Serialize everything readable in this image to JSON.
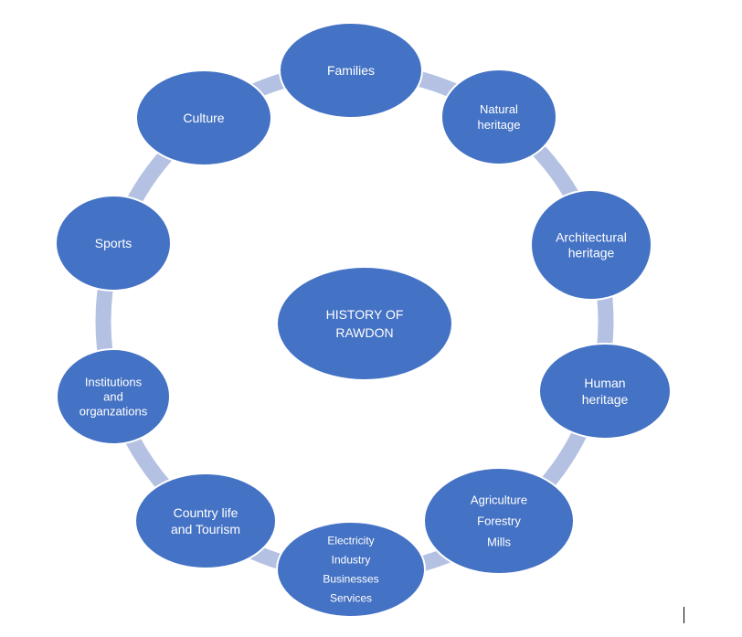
{
  "colors": {
    "node_fill": "#4472C4",
    "node_stroke": "#ffffff",
    "ring": "#B4C1E2",
    "text": "#ffffff"
  },
  "center": {
    "lines": [
      "HISTORY OF",
      "RAWDON"
    ]
  },
  "nodes": [
    {
      "id": "families",
      "lines": [
        "Families"
      ]
    },
    {
      "id": "natural-heritage",
      "lines": [
        "Natural",
        "heritage"
      ]
    },
    {
      "id": "architectural-heritage",
      "lines": [
        "Architectural",
        "heritage"
      ]
    },
    {
      "id": "human-heritage",
      "lines": [
        "Human",
        "heritage"
      ]
    },
    {
      "id": "agriculture",
      "lines": [
        "Agriculture",
        "Forestry",
        "Mills"
      ]
    },
    {
      "id": "electricity",
      "lines": [
        "Electricity",
        "Industry",
        "Businesses",
        "Services"
      ]
    },
    {
      "id": "country-life",
      "lines": [
        "Country life",
        "and Tourism"
      ]
    },
    {
      "id": "institutions",
      "lines": [
        "Institutions",
        "and",
        "organzations"
      ]
    },
    {
      "id": "sports",
      "lines": [
        "Sports"
      ]
    },
    {
      "id": "culture",
      "lines": [
        "Culture"
      ]
    }
  ]
}
